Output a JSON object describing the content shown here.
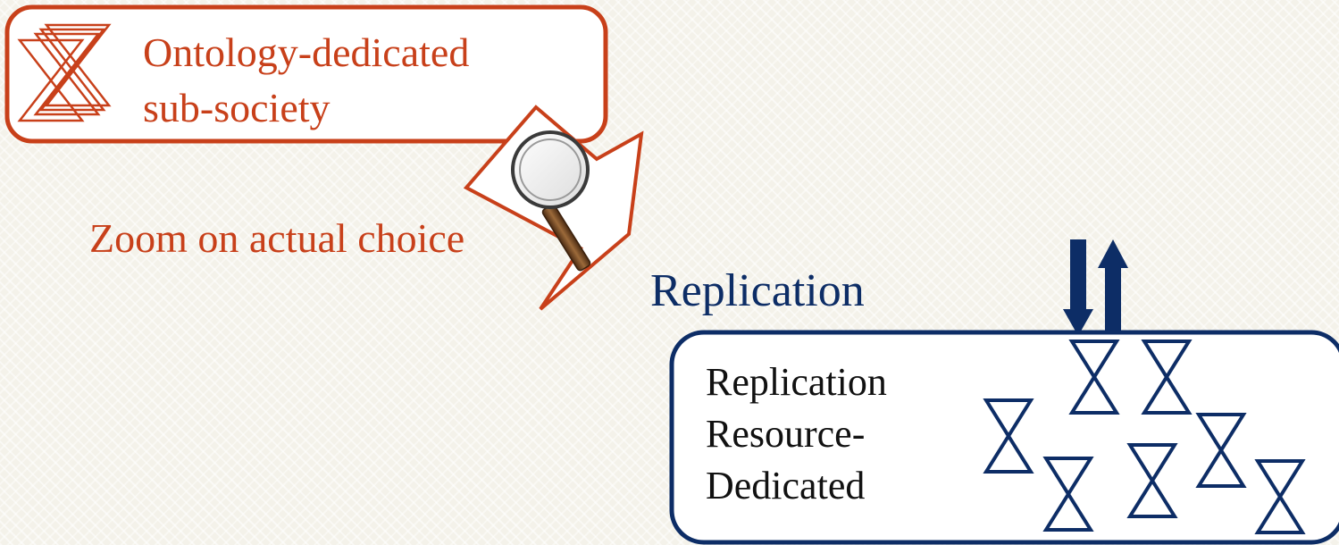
{
  "colors": {
    "accent_orange": "#c8401a",
    "navy": "#0d2d66",
    "text_black": "#111111",
    "box_fill": "#ffffff"
  },
  "top_box": {
    "line1": "Ontology-dedicated",
    "line2": "sub-society",
    "icon": "stacked-hourglass-icon"
  },
  "zoom_arrow": {
    "icon": "magnifying-glass-icon"
  },
  "zoom_label": "Zoom on actual choice",
  "replication_title": "Replication",
  "replication_box": {
    "lines": [
      "Replication",
      "Resource-",
      "Dedicated"
    ],
    "icons": "hourglass-icon",
    "exchange_arrows": "up-down-arrows-icon"
  }
}
